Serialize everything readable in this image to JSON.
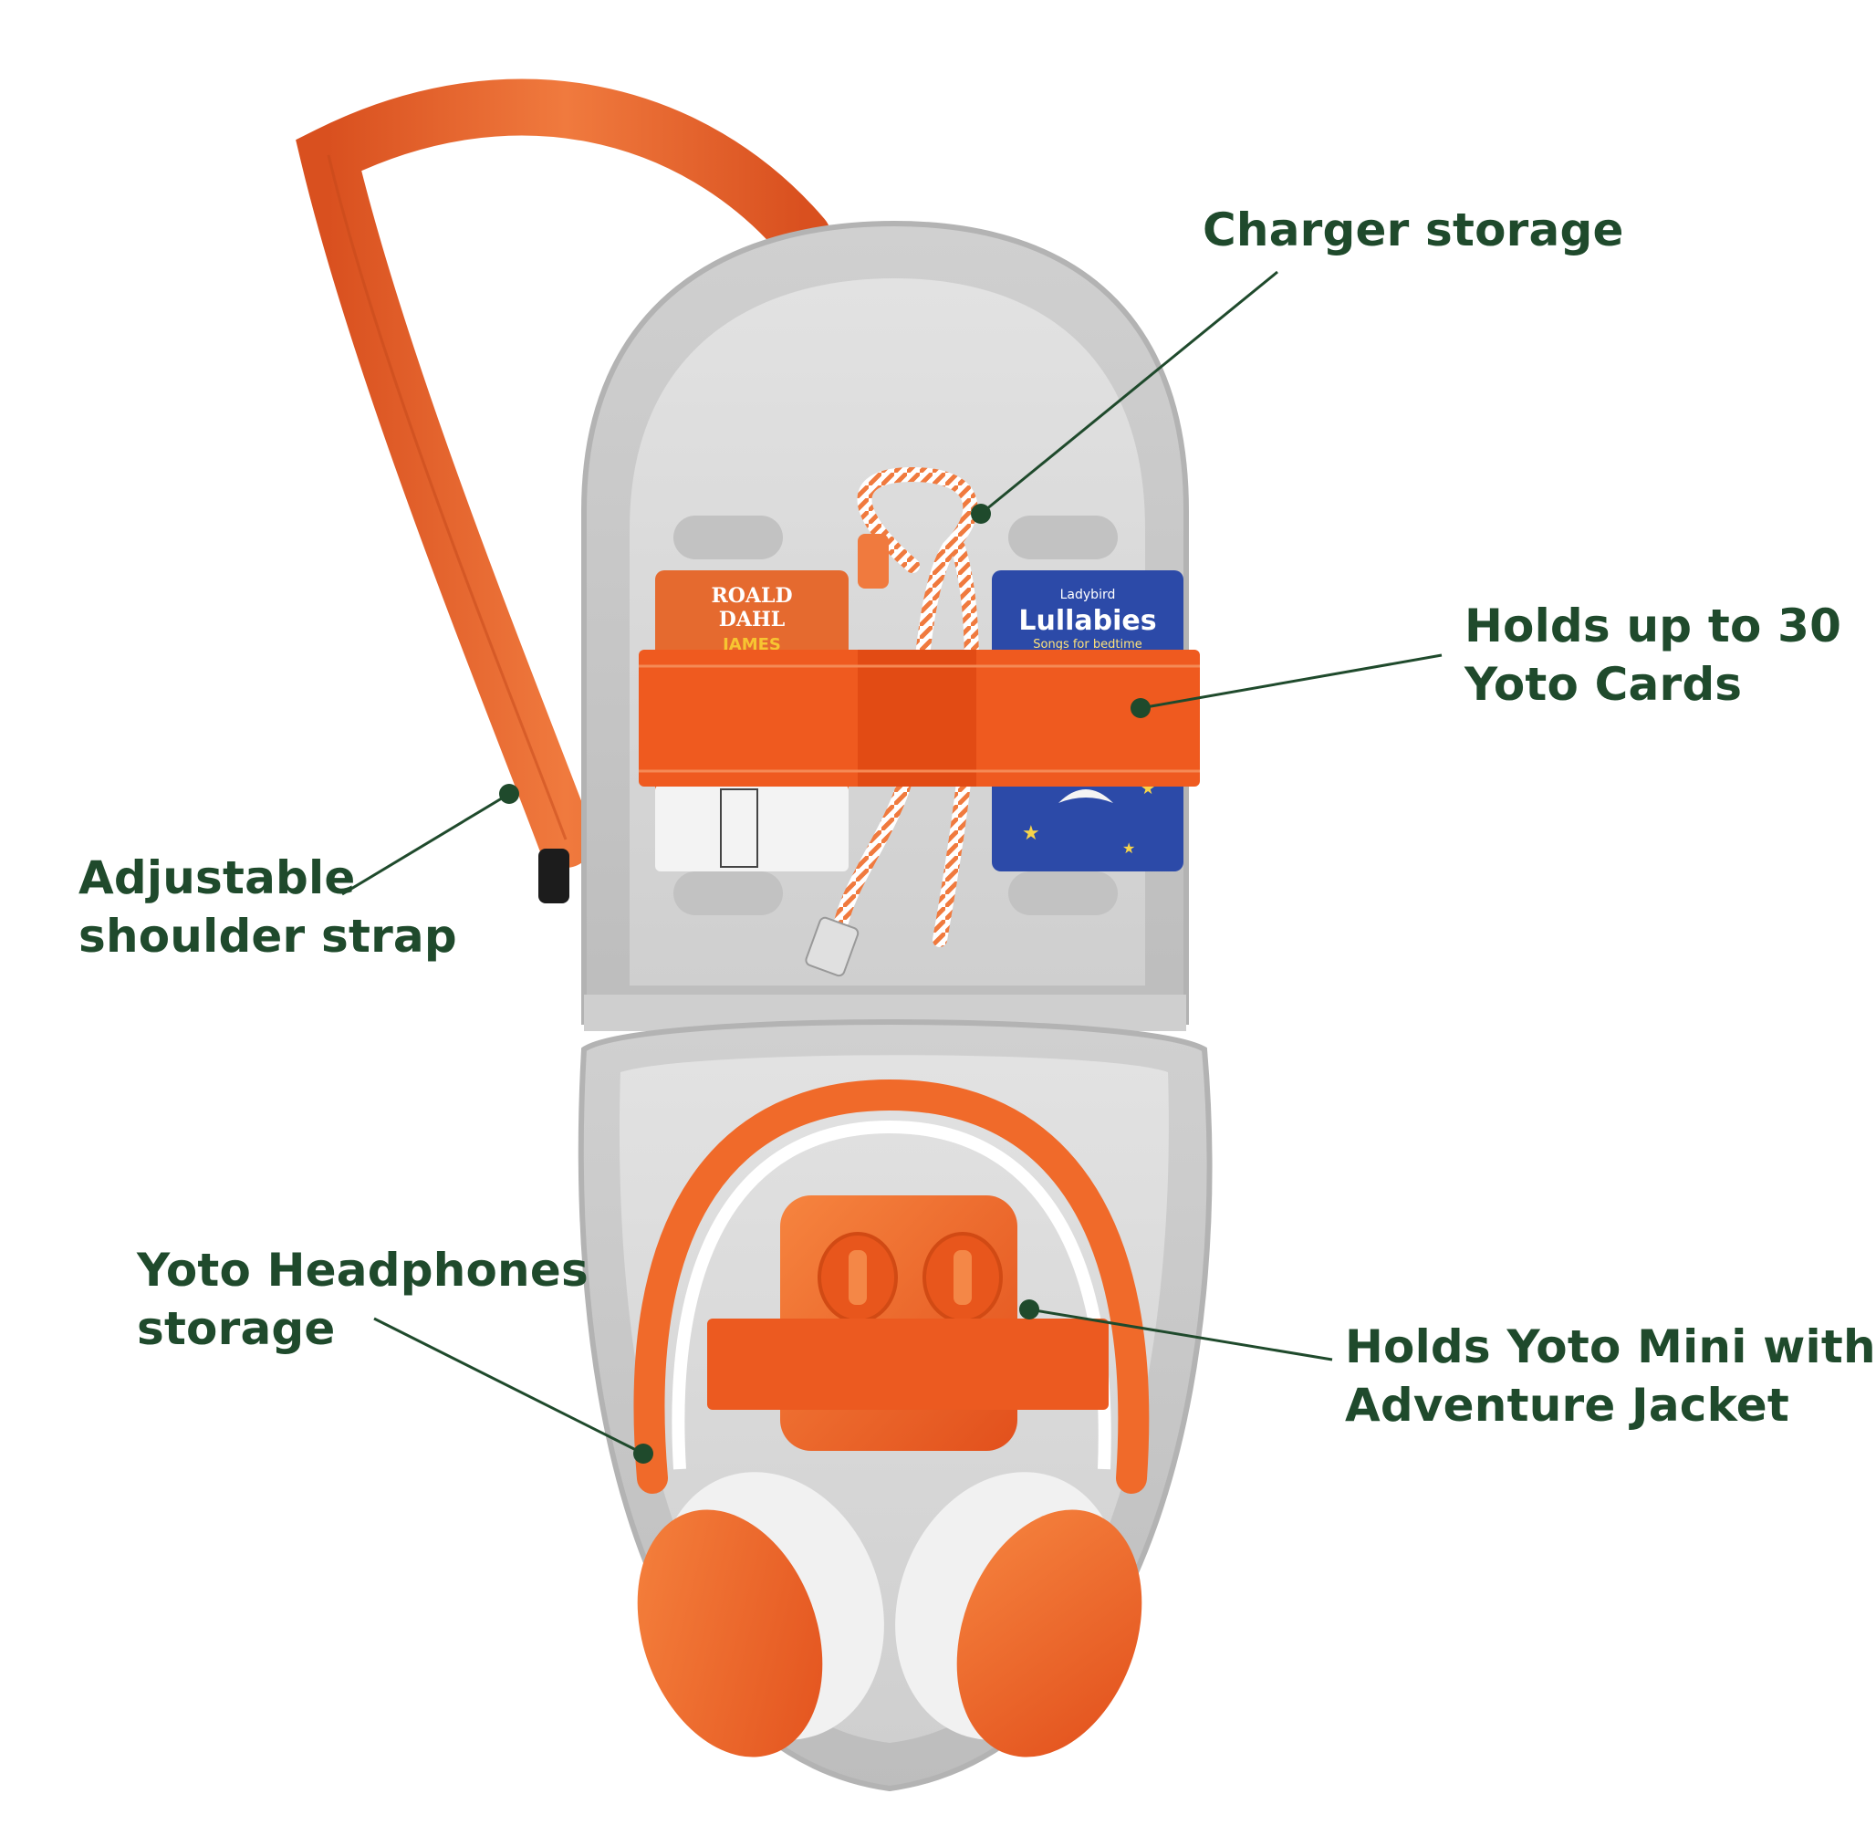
{
  "callouts": {
    "charger": {
      "line1": "Charger storage"
    },
    "cards": {
      "line1": "Holds up to 30",
      "line2": "Yoto Cards"
    },
    "strap": {
      "line1": "Adjustable",
      "line2": "shoulder strap"
    },
    "headphones": {
      "line1": "Yoto Headphones",
      "line2": "storage"
    },
    "mini": {
      "line1": "Holds Yoto Mini with",
      "line2": "Adventure Jacket"
    }
  },
  "cards": {
    "left": {
      "line1": "ROALD",
      "line2": "DAHL",
      "line3": "JAMES"
    },
    "right": {
      "brand": "Ladybird",
      "title": "Lullabies",
      "subtitle": "Songs for bedtime"
    }
  },
  "colors": {
    "callout_text": "#1f4a2c",
    "accent_orange": "#f0612a",
    "case_grey": "#c9c9c9",
    "case_interior": "#d6d6d6",
    "card_blue": "#2c4aa8"
  },
  "icons": [
    "callout-dot-icon"
  ]
}
